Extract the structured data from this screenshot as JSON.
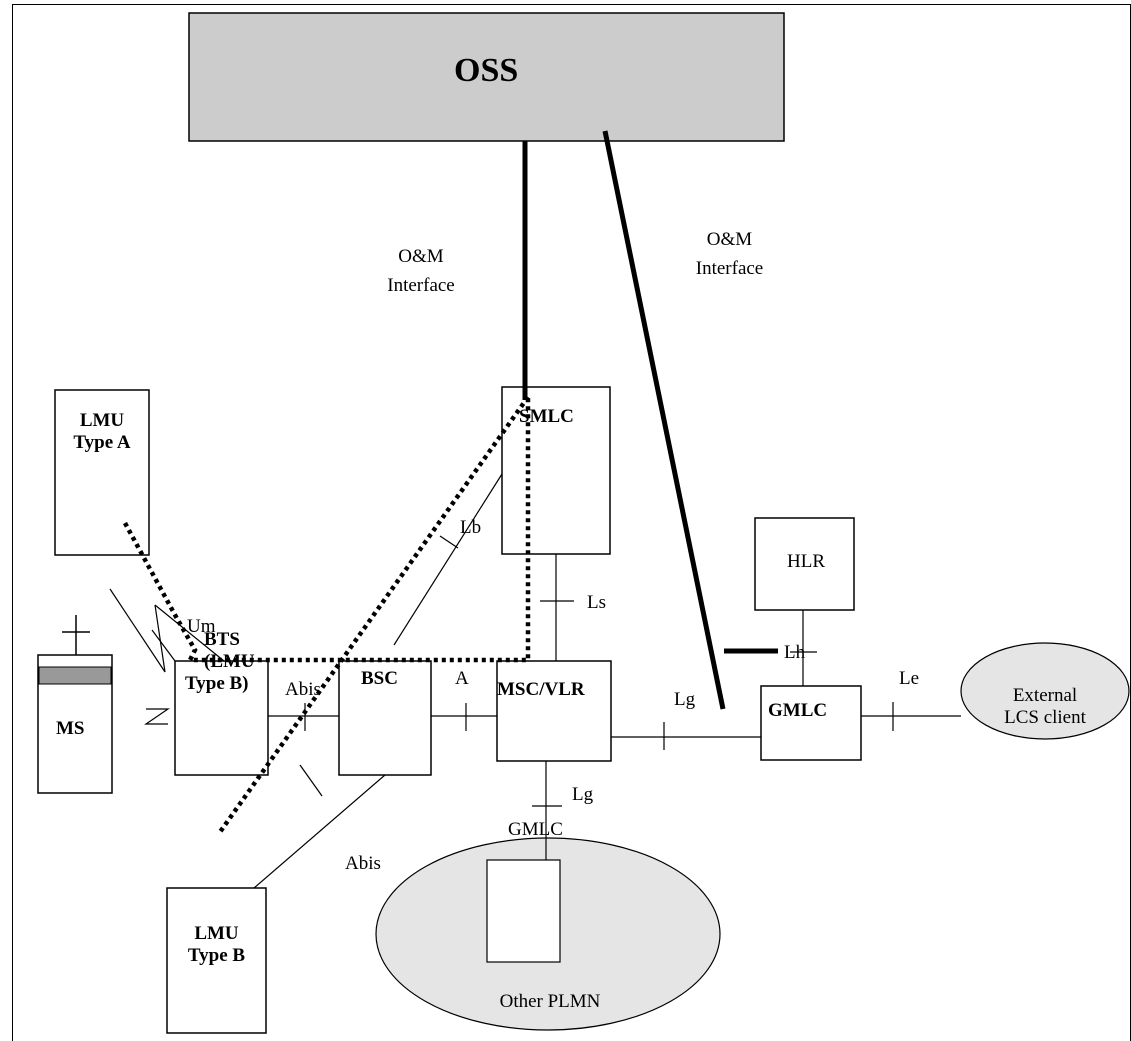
{
  "nodes": {
    "oss": "OSS",
    "smlc": "SMLC",
    "lmu_type_a": [
      "LMU",
      "Type A"
    ],
    "bts": [
      "BTS",
      "(LMU",
      "Type B)"
    ],
    "bsc": "BSC",
    "msc_vlr": "MSC/VLR",
    "hlr": "HLR",
    "gmlc": "GMLC",
    "ms": "MS",
    "lmu_type_b": [
      "LMU",
      "Type B"
    ],
    "external_lcs_client": [
      "External",
      "LCS client"
    ],
    "other_plmn": "Other PLMN",
    "other_plmn_gmlc": "GMLC"
  },
  "interfaces": {
    "om_left": [
      "O&M",
      "Interface"
    ],
    "om_right": [
      "O&M",
      "Interface"
    ],
    "um": "Um",
    "abis": "Abis",
    "abis_lower": "Abis",
    "a": "A",
    "lb": "Lb",
    "ls": "Ls",
    "lh": "Lh",
    "lg": "Lg",
    "lg_lower": "Lg",
    "le": "Le"
  }
}
